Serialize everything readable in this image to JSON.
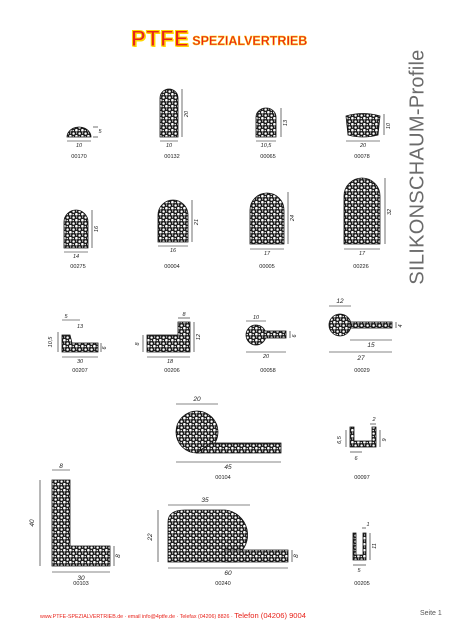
{
  "header": {
    "logo_ptfe": "PTFE",
    "logo_spezial": "SPEZIALVERTRIEB",
    "side_title": "SILIKONSCHAUM-Profile"
  },
  "profiles": [
    {
      "code": "00170",
      "dims": [
        "10",
        "5"
      ]
    },
    {
      "code": "00132",
      "dims": [
        "20",
        "10"
      ]
    },
    {
      "code": "00065",
      "dims": [
        "13",
        "10,5"
      ]
    },
    {
      "code": "00078",
      "dims": [
        "10",
        "20"
      ]
    },
    {
      "code": "00275",
      "dims": [
        "16",
        "14"
      ]
    },
    {
      "code": "00004",
      "dims": [
        "21",
        "16"
      ]
    },
    {
      "code": "00005",
      "dims": [
        "24",
        "17"
      ]
    },
    {
      "code": "00226",
      "dims": [
        "32",
        "17"
      ]
    },
    {
      "code": "00207",
      "dims": [
        "5",
        "13",
        "10,5",
        "6",
        "30"
      ]
    },
    {
      "code": "00206",
      "dims": [
        "8",
        "8",
        "12",
        "18"
      ]
    },
    {
      "code": "00058",
      "dims": [
        "10",
        "6",
        "20"
      ]
    },
    {
      "code": "00029",
      "dims": [
        "12",
        "4",
        "15",
        "27"
      ]
    },
    {
      "code": "00104",
      "dims": [
        "20",
        "45"
      ]
    },
    {
      "code": "00097",
      "dims": [
        "2",
        "6,5",
        "9",
        "6"
      ]
    },
    {
      "code": "00103",
      "dims": [
        "8",
        "40",
        "8",
        "30"
      ]
    },
    {
      "code": "00240",
      "dims": [
        "35",
        "22",
        "8",
        "60"
      ]
    },
    {
      "code": "00205",
      "dims": [
        "1",
        "11",
        "5"
      ]
    }
  ],
  "footer": {
    "web": "www.PTFE-SPEZIALVERTRIEB.de",
    "sep1": "·",
    "email": "email info@4ptfe.de",
    "sep2": "·",
    "fax": "Telefax (04206) 8826",
    "sep3": "·",
    "phone": "Telefon (04206) 9004",
    "page": "Seite 1"
  }
}
